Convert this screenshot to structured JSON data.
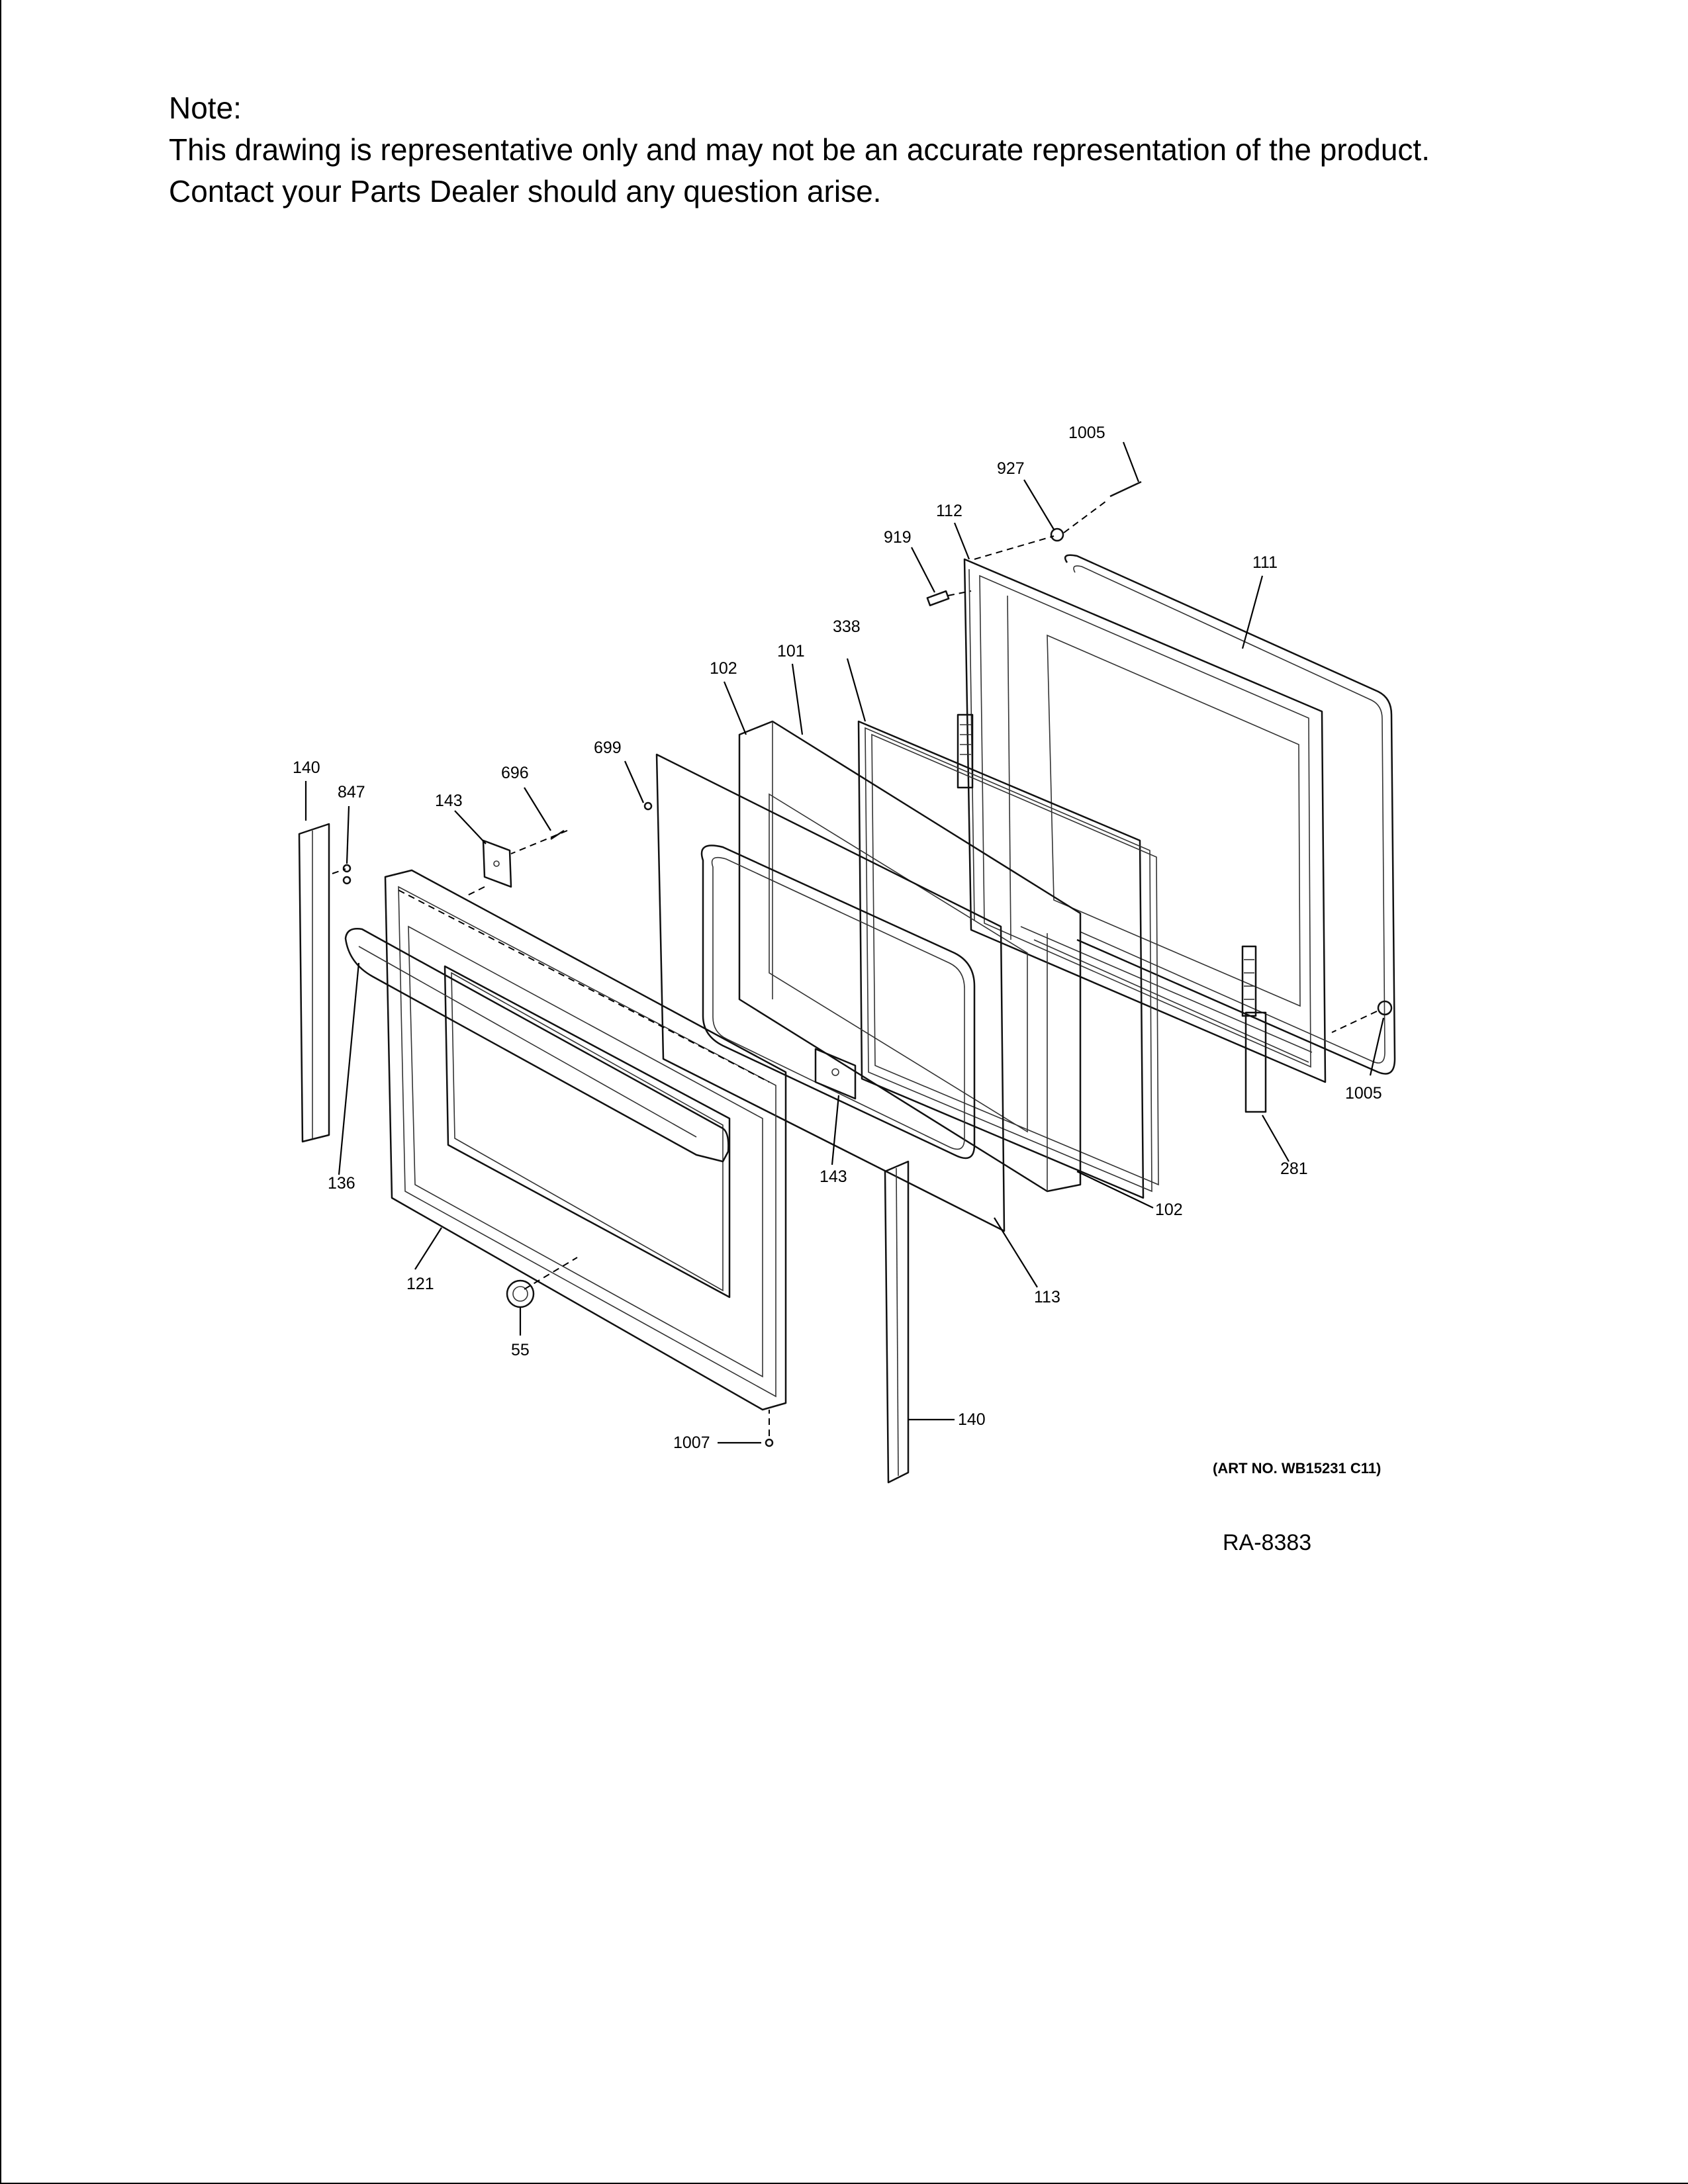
{
  "note": {
    "heading": "Note:",
    "line1": "This drawing is representative only and may not be an accurate representation of the product.",
    "line2": "Contact your Parts Dealer should any question arise."
  },
  "diagram": {
    "callouts": [
      {
        "id": "c1005a",
        "text": "1005"
      },
      {
        "id": "c927",
        "text": "927"
      },
      {
        "id": "c112",
        "text": "112"
      },
      {
        "id": "c919",
        "text": "919"
      },
      {
        "id": "c111",
        "text": "111"
      },
      {
        "id": "c338",
        "text": "338"
      },
      {
        "id": "c101",
        "text": "101"
      },
      {
        "id": "c102a",
        "text": "102"
      },
      {
        "id": "c699",
        "text": "699"
      },
      {
        "id": "c140a",
        "text": "140"
      },
      {
        "id": "c847",
        "text": "847"
      },
      {
        "id": "c696",
        "text": "696"
      },
      {
        "id": "c143a",
        "text": "143"
      },
      {
        "id": "c136",
        "text": "136"
      },
      {
        "id": "c121",
        "text": "121"
      },
      {
        "id": "c55",
        "text": "55"
      },
      {
        "id": "c143b",
        "text": "143"
      },
      {
        "id": "c1007",
        "text": "1007"
      },
      {
        "id": "c140b",
        "text": "140"
      },
      {
        "id": "c113",
        "text": "113"
      },
      {
        "id": "c102b",
        "text": "102"
      },
      {
        "id": "c281",
        "text": "281"
      },
      {
        "id": "c1005b",
        "text": "1005"
      }
    ],
    "art_number": "(ART NO. WB15231 C11)",
    "reference_code": "RA-8383"
  }
}
